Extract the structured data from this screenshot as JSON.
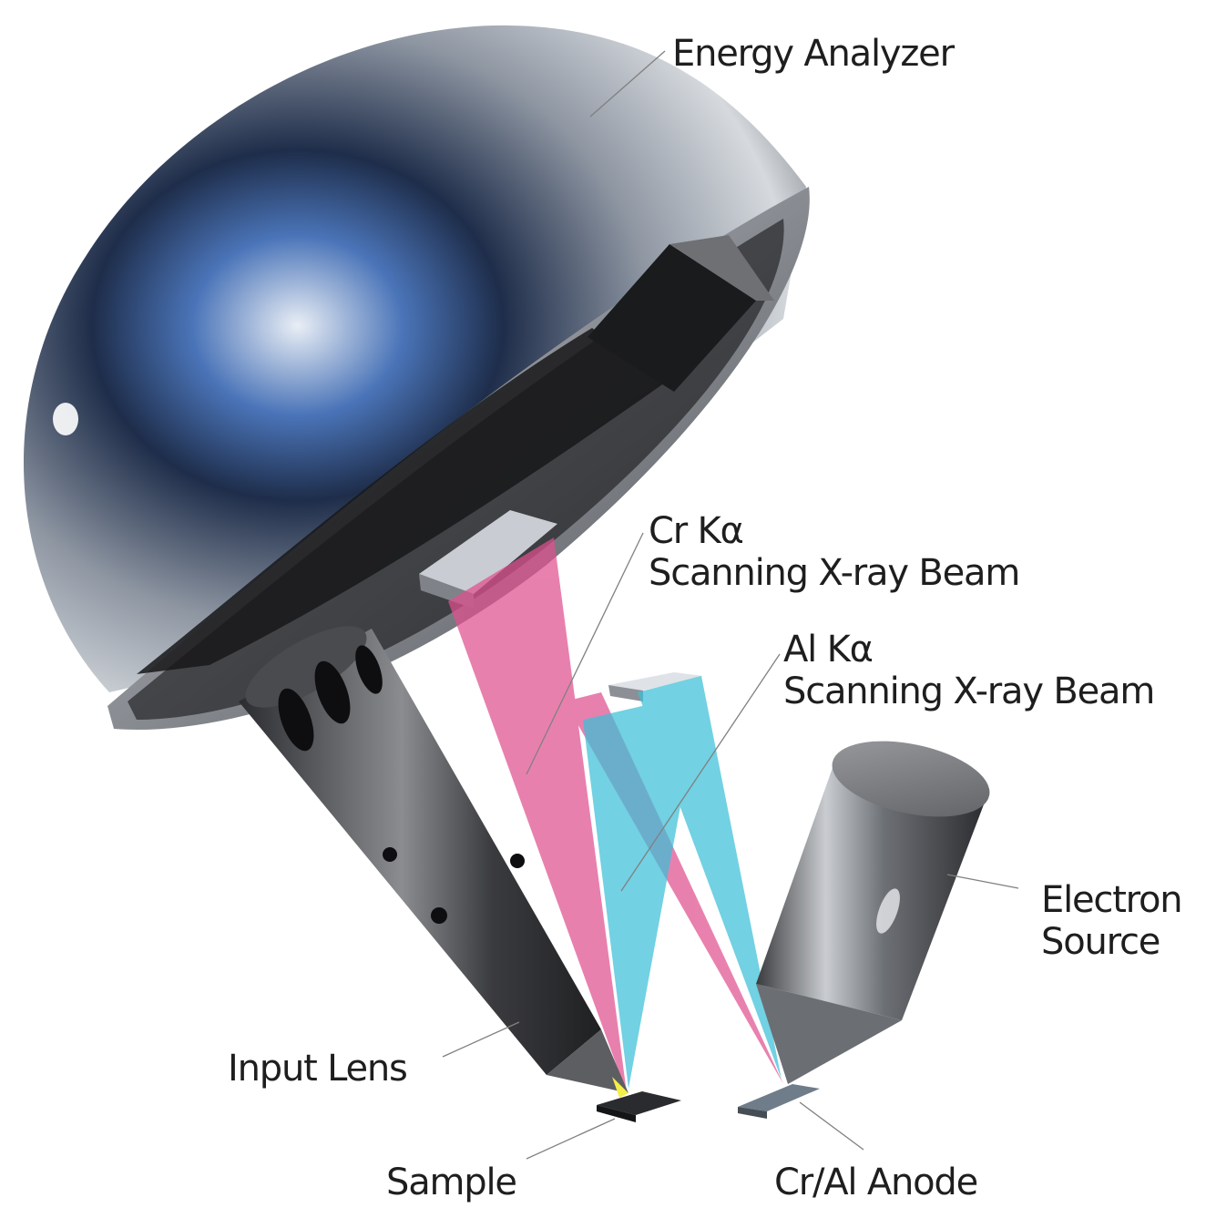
{
  "labels": {
    "energy_analyzer": "Energy Analyzer",
    "cr_beam_line1": "Cr Kα",
    "cr_beam_line2": "Scanning X-ray Beam",
    "al_beam_line1": "Al Kα",
    "al_beam_line2": "Scanning X-ray Beam",
    "electron_source_line1": "Electron",
    "electron_source_line2": "Source",
    "input_lens": "Input Lens",
    "sample": "Sample",
    "anode": "Cr/Al Anode"
  },
  "colors": {
    "text": "#1e1e1e",
    "cr_beam": "#e0508f",
    "al_beam": "#3cc0d8",
    "metal_light": "#d9dde2",
    "metal_dark": "#3b3d41",
    "metal_blue": "#3f67a8",
    "leader_line": "#808080"
  }
}
